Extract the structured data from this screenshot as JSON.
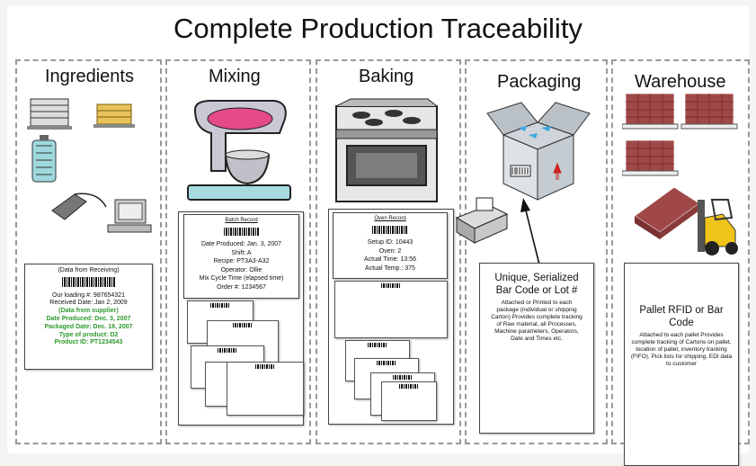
{
  "title": "Complete Production Traceability",
  "columns": {
    "ingredients": "Ingredients",
    "mixing": "Mixing",
    "baking": "Baking",
    "packaging": "Packaging",
    "warehouse": "Warehouse"
  },
  "receiving": {
    "header": "(Data from Receiving)",
    "lot": "Our loading #: 987654321",
    "received": "Received Date: Jan 2, 2009",
    "supplier": "(Data from supplier)",
    "produced": "Date Produced: Dec. 3, 2007",
    "packaged": "Packaged Date: Dec. 18, 2007",
    "type": "Type of product: D2",
    "product": "Product ID: PT1234543"
  },
  "batch": {
    "header": "Batch Record",
    "date": "Date Produced: Jan. 3, 2007",
    "shift": "Shift: A",
    "recipe": "Recipe: PT3A3-A32",
    "operator": "Operator: Ollie",
    "cycle": "Mix Cycle Time (elapsed time)",
    "order": "Order #: 1234567"
  },
  "oven": {
    "header": "Oven Record",
    "setup": "Setup ID: 10443",
    "oven": "Oven: 2",
    "time": "Actual Time: 13:56",
    "temp": "Actual Temp.: 375"
  },
  "packaging": {
    "title": "Unique, Serialized Bar Code or Lot #",
    "body": "Attached or Printed to each package (individual or shipping Carton) Provides complete tracking of Raw material, all Processes, Machine parameters, Operators, Date and Times etc."
  },
  "warehouse": {
    "title": "Pallet RFID or Bar Code",
    "body": "Attached to each pallet Provides complete tracking of Cartons on pallet, location of pallet, inventory tracking (FIFO), Pick lists for shipping, EDI data to customer"
  }
}
